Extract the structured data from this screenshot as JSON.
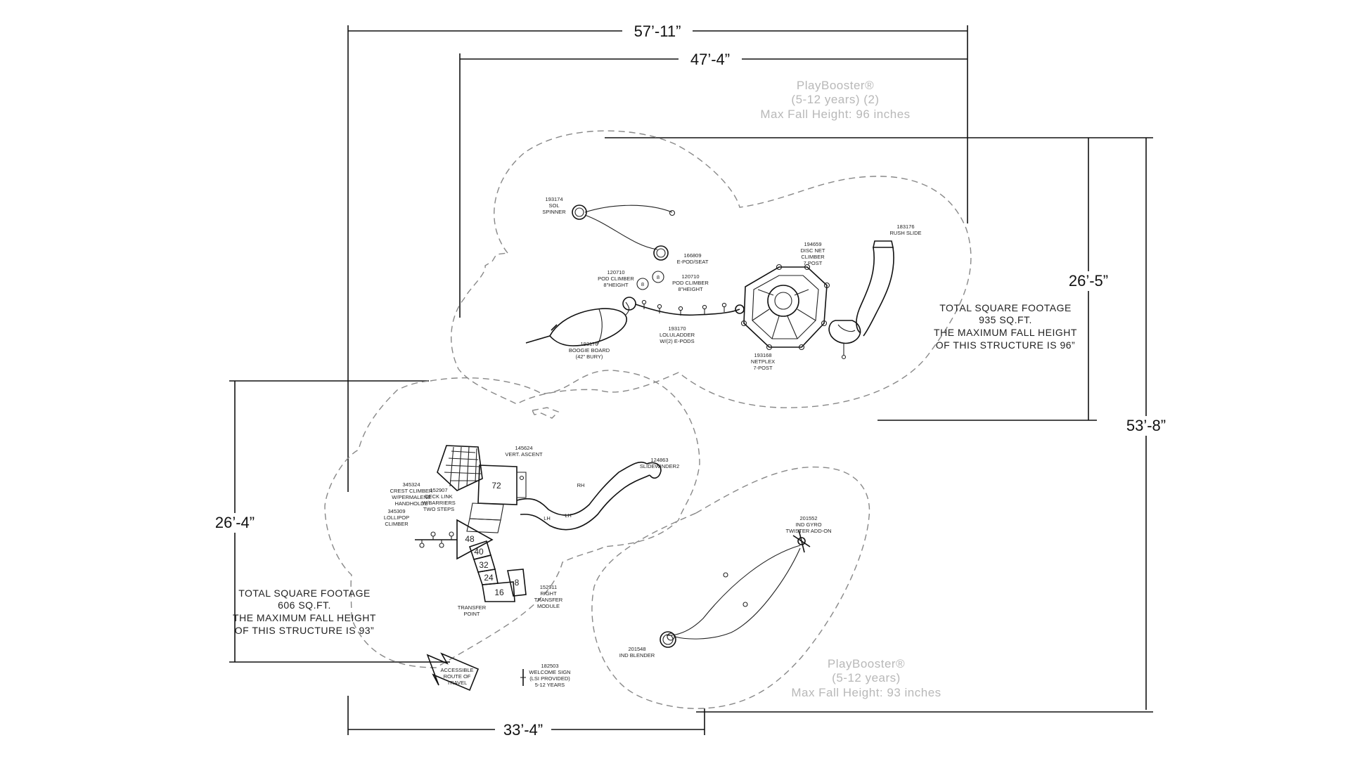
{
  "dimensions": {
    "overall_width": "57’-11”",
    "upper_width": "47’-4”",
    "upper_height": "26’-5”",
    "overall_height": "53’-8”",
    "lower_height": "26’-4”",
    "lower_width": "33’-4”"
  },
  "upper_structure": {
    "name": "PlayBooster®",
    "age": "(5-12 years) (2)",
    "fall": "Max Fall Height: 96 inches",
    "square_footage": [
      "TOTAL SQUARE FOOTAGE",
      "935 SQ.FT.",
      "THE MAXIMUM FALL HEIGHT",
      "OF THIS STRUCTURE IS 96”"
    ]
  },
  "lower_structure": {
    "name": "PlayBooster®",
    "age": "(5-12 years)",
    "fall": "Max Fall Height: 93 inches",
    "square_footage": [
      "TOTAL SQUARE FOOTAGE",
      "606 SQ.FT.",
      "THE MAXIMUM FALL HEIGHT",
      "OF THIS STRUCTURE IS 93”"
    ]
  },
  "components": {
    "sol_spinner": [
      "193174",
      "SOL",
      "SPINNER"
    ],
    "e_pod_seat": [
      "166809",
      "E-POD/SEAT"
    ],
    "pod_climber_left": [
      "120710",
      "POD CLIMBER",
      "8\"HEIGHT"
    ],
    "pod_climber_right": [
      "120710",
      "POD CLIMBER",
      "8\"HEIGHT"
    ],
    "pod_number": "8",
    "boogie_board": [
      "193176",
      "BOOGIE BOARD",
      "(42\" BURY)"
    ],
    "loluladder": [
      "193170",
      "LOLULADDER",
      "W/(2) E-PODS"
    ],
    "netplex": [
      "193168",
      "NETPLEX",
      "7-POST"
    ],
    "disc_net_climber": [
      "194659",
      "DISC NET",
      "CLIMBER",
      "7 POST"
    ],
    "rush_slide": [
      "183176",
      "RUSH SLIDE"
    ],
    "vert_ascent": [
      "145624",
      "VERT. ASCENT"
    ],
    "slidewinder": [
      "124863",
      "SLIDEWINDER2"
    ],
    "crest_climber": [
      "345324",
      "CREST CLIMBER",
      "W/PERMALENE",
      "HANDHOLDS"
    ],
    "deck_link": [
      "152907",
      "DECK LINK",
      "W/BARRIERS",
      "TWO STEPS"
    ],
    "lollipop_climber": [
      "345309",
      "LOLLIPOP",
      "CLIMBER"
    ],
    "deck_numbers": [
      "72",
      "48",
      "40",
      "32",
      "24",
      "16",
      "8"
    ],
    "slide_marks": [
      "RH",
      "LH",
      "LH"
    ],
    "right_transfer_module": [
      "152911",
      "RIGHT",
      "TRANSFER",
      "MODULE"
    ],
    "transfer_point": [
      "TRANSFER",
      "POINT"
    ],
    "accessible_route": [
      "ACCESSIBLE",
      "ROUTE OF",
      "TRAVEL"
    ],
    "welcome_sign": [
      "182503",
      "WELCOME SIGN",
      "(LSI PROVIDED)",
      "5-12 YEARS"
    ],
    "gyro_twister": [
      "201552",
      "IND GYRO",
      "TWISTER ADD-ON"
    ],
    "ind_blender": [
      "201548",
      "IND BLENDER"
    ]
  }
}
